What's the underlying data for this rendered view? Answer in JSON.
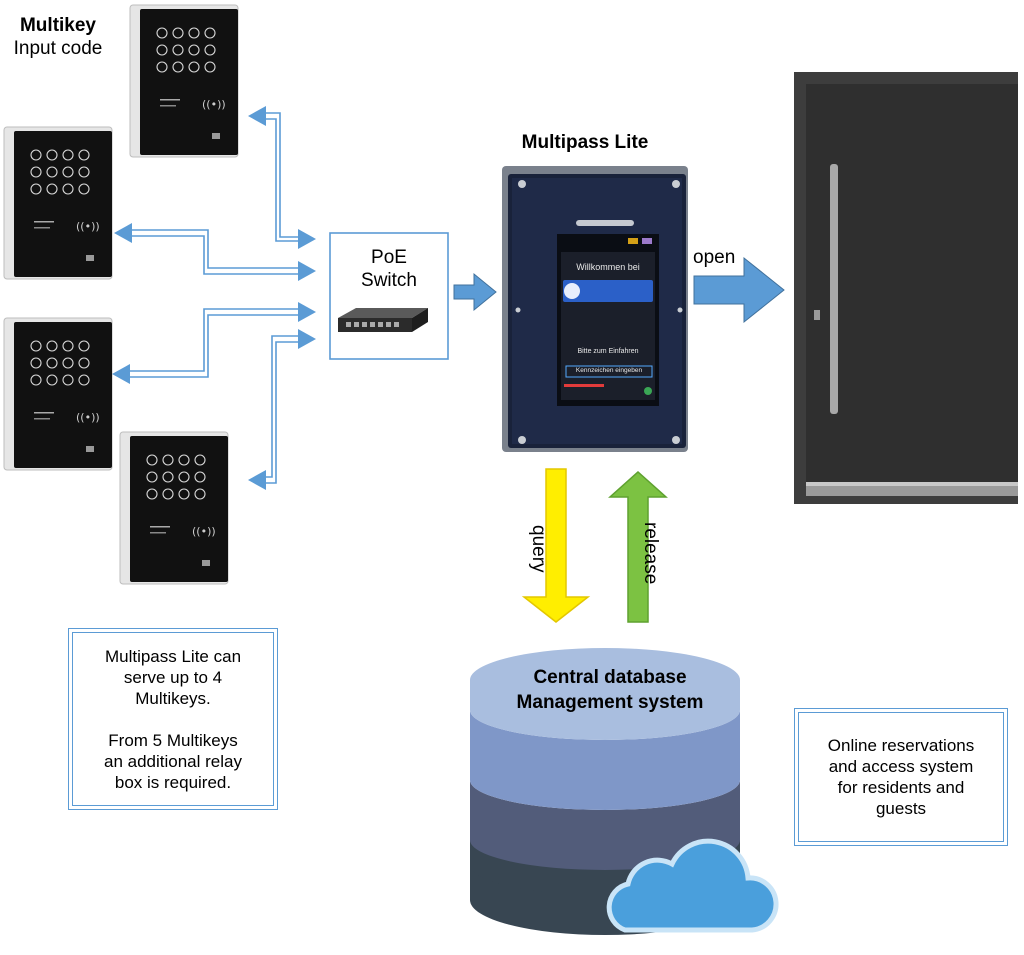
{
  "multikey": {
    "title": "Multikey",
    "subtitle": "Input code"
  },
  "switch": {
    "line1": "PoE",
    "line2": "Switch"
  },
  "multipass": {
    "title": "Multipass Lite",
    "screen": {
      "welcome": "Willkommen bei",
      "prompt": "Bitte zum Einfahren",
      "button": "Kennzeichen eingeben"
    }
  },
  "door": {
    "open_label": "open"
  },
  "flows": {
    "query_label": "query",
    "release_label": "release"
  },
  "database": {
    "line1": "Central database",
    "line2": "Management system"
  },
  "notes": {
    "left": [
      "Multipass Lite can",
      "serve up to 4",
      "Multikeys.",
      "",
      "From 5 Multikeys",
      "an additional relay",
      "box is required."
    ],
    "right": [
      "Online reservations",
      "and access system",
      "for residents and",
      "guests"
    ]
  },
  "colors": {
    "link_arrow": "#5b9bd5",
    "query_arrow": "#ffee00",
    "release_arrow": "#7cc242",
    "db_top": "#a9bedf",
    "db_layer2": "#7f97c8",
    "db_layer3": "#525c7a",
    "db_layer4": "#384652",
    "cloud": "#4a9fdc"
  },
  "icons": [
    "keypad-device",
    "network-switch-icon",
    "door-handle-icon",
    "cloud-icon",
    "database-cylinder"
  ]
}
